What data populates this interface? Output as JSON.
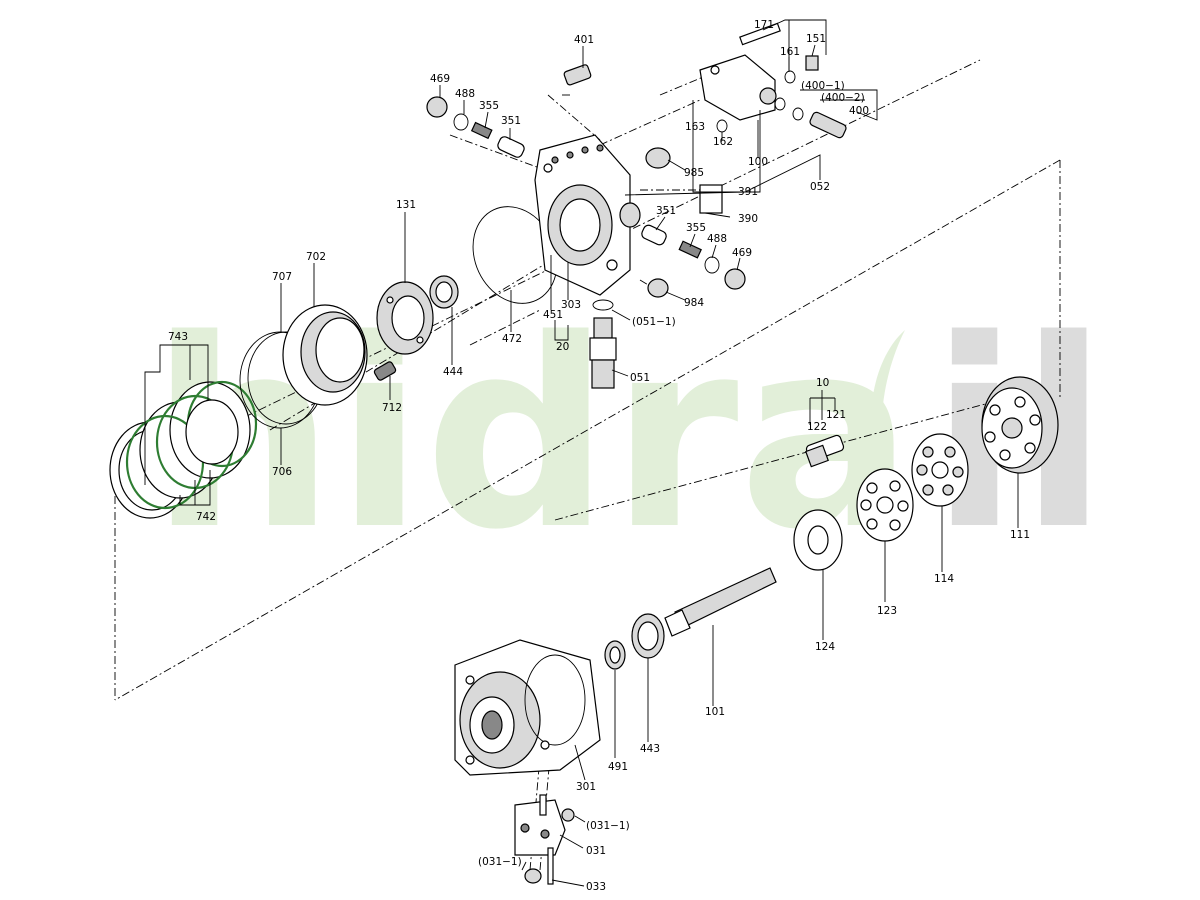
{
  "watermark": {
    "main": "hidra",
    "tail": "il"
  },
  "labels": {
    "l010": "10",
    "l020": "20",
    "l031": "031",
    "l031_1a": "(031−1)",
    "l031_1b": "(031−1)",
    "l033": "033",
    "l051": "051",
    "l051_1": "(051−1)",
    "l052": "052",
    "l100": "100",
    "l101": "101",
    "l111": "111",
    "l114": "114",
    "l121": "121",
    "l122": "122",
    "l123": "123",
    "l124": "124",
    "l131": "131",
    "l151": "151",
    "l161": "161",
    "l162": "162",
    "l163": "163",
    "l171": "171",
    "l301": "301",
    "l303": "303",
    "l351a": "351",
    "l351b": "351",
    "l355a": "355",
    "l355b": "355",
    "l390": "390",
    "l391": "391",
    "l400": "400",
    "l400_1": "(400−1)",
    "l400_2": "(400−2)",
    "l401": "401",
    "l443": "443",
    "l444": "444",
    "l451": "451",
    "l469a": "469",
    "l469b": "469",
    "l472": "472",
    "l488a": "488",
    "l488b": "488",
    "l491": "491",
    "l702": "702",
    "l706": "706",
    "l707": "707",
    "l712": "712",
    "l742": "742",
    "l743": "743",
    "l984": "984",
    "l985": "985"
  },
  "colors": {
    "watermark_green": "#e2efd9",
    "watermark_gray": "#dcdcdc",
    "ring_green": "#2e7d32"
  }
}
